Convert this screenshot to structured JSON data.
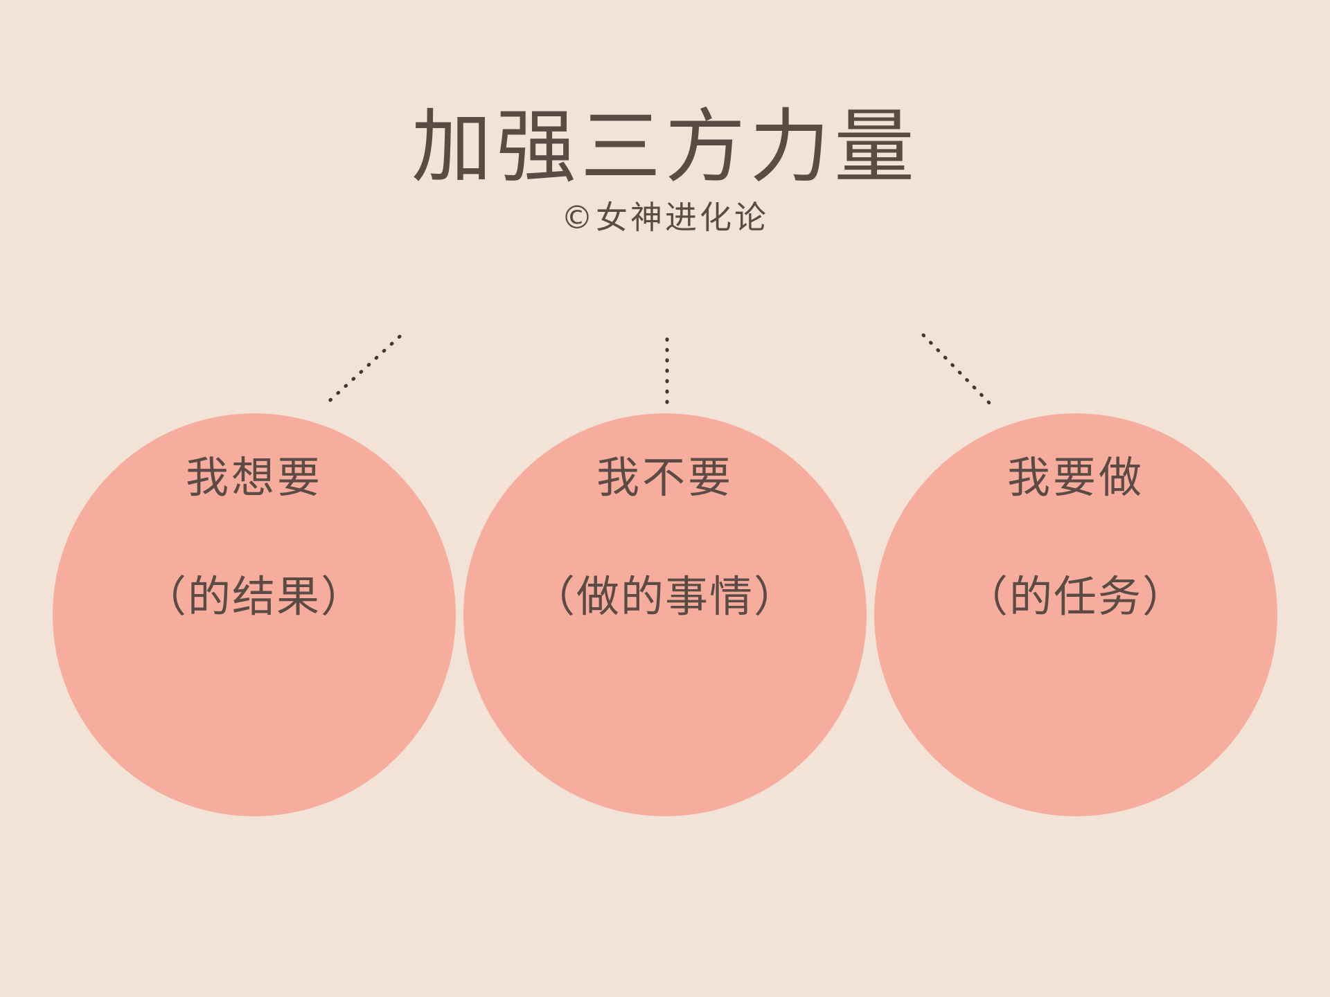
{
  "title": "加强三方力量",
  "subtitle": "©女神进化论",
  "circles": [
    {
      "line1": "我想要",
      "line2": "（的结果）"
    },
    {
      "line1": "我不要",
      "line2": "（做的事情）"
    },
    {
      "line1": "我要做",
      "line2": "（的任务）"
    }
  ],
  "colors": {
    "background": "#f2e3d6",
    "circle": "#f6ad9d",
    "text": "#5c4b45",
    "connector": "#3f3833"
  }
}
